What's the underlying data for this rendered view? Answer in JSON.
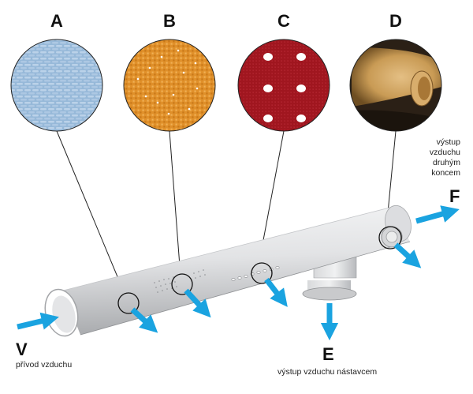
{
  "panels": [
    {
      "letter": "A",
      "fill": "#8fb3d6",
      "texture": "blue-woven-fabric"
    },
    {
      "letter": "B",
      "fill": "#e0902a",
      "texture": "orange-perforated-fabric"
    },
    {
      "letter": "C",
      "fill": "#a0161f",
      "texture": "red-fabric-with-large-holes"
    },
    {
      "letter": "D",
      "fill": "#c99b55",
      "texture": "fabric-sleeve-end"
    }
  ],
  "outlets": {
    "E": {
      "letter": "E",
      "text": "výstup vzduchu nástavcem"
    },
    "F": {
      "letter": "F",
      "lines": [
        "výstup",
        "vzduchu",
        "druhým",
        "koncem"
      ]
    },
    "V": {
      "letter": "V",
      "text": "přívod vzduchu"
    }
  },
  "colors": {
    "arrow": "#1aa3e0",
    "duct": "#e3e4e6",
    "duct_shadow": "#a9abae",
    "text": "#111111"
  }
}
